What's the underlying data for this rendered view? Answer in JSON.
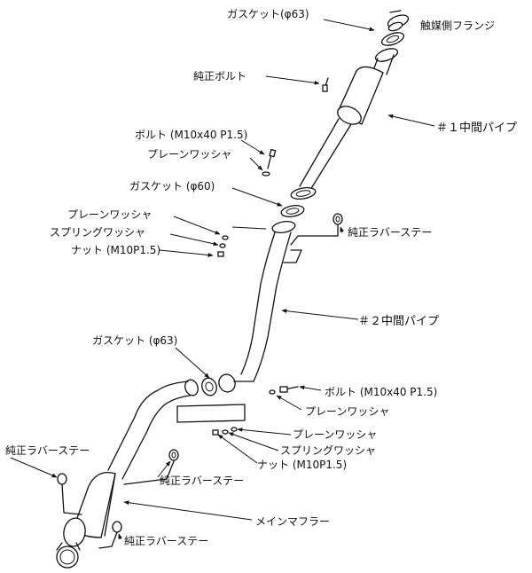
{
  "labels": {
    "gasket_top": "ガスケット(φ63)",
    "cat_flange": "触媒側フランジ",
    "oem_bolt": "純正ボルト",
    "mid_pipe_1": "＃１中間パイプ",
    "bolt_upper": "ボルト (M10x40 P1.5)",
    "washer_upper": "プレーンワッシャ",
    "gasket_mid": "ガスケット (φ60)",
    "washer_left": "プレーンワッシャ",
    "spring_washer_left": "スプリングワッシャ",
    "nut_left": "ナット (M10P1.5)",
    "rubber_stay_1": "純正ラバーステー",
    "mid_pipe_2": "＃２中間パイプ",
    "gasket_low": "ガスケット (φ63)",
    "bolt_lower": "ボルト (M10x40 P1.5)",
    "washer_lower": "プレーンワッシャ",
    "washer_lower_2": "プレーンワッシャ",
    "spring_washer_lower": "スプリングワッシャ",
    "nut_lower": "ナット (M10P1.5)",
    "rubber_stay_left": "純正ラバーステー",
    "rubber_stay_center": "純正ラバーステー",
    "main_muffler": "メインマフラー",
    "rubber_stay_bottom": "純正ラバーステー"
  },
  "colors": {
    "line": "#111111",
    "background": "#ffffff"
  }
}
